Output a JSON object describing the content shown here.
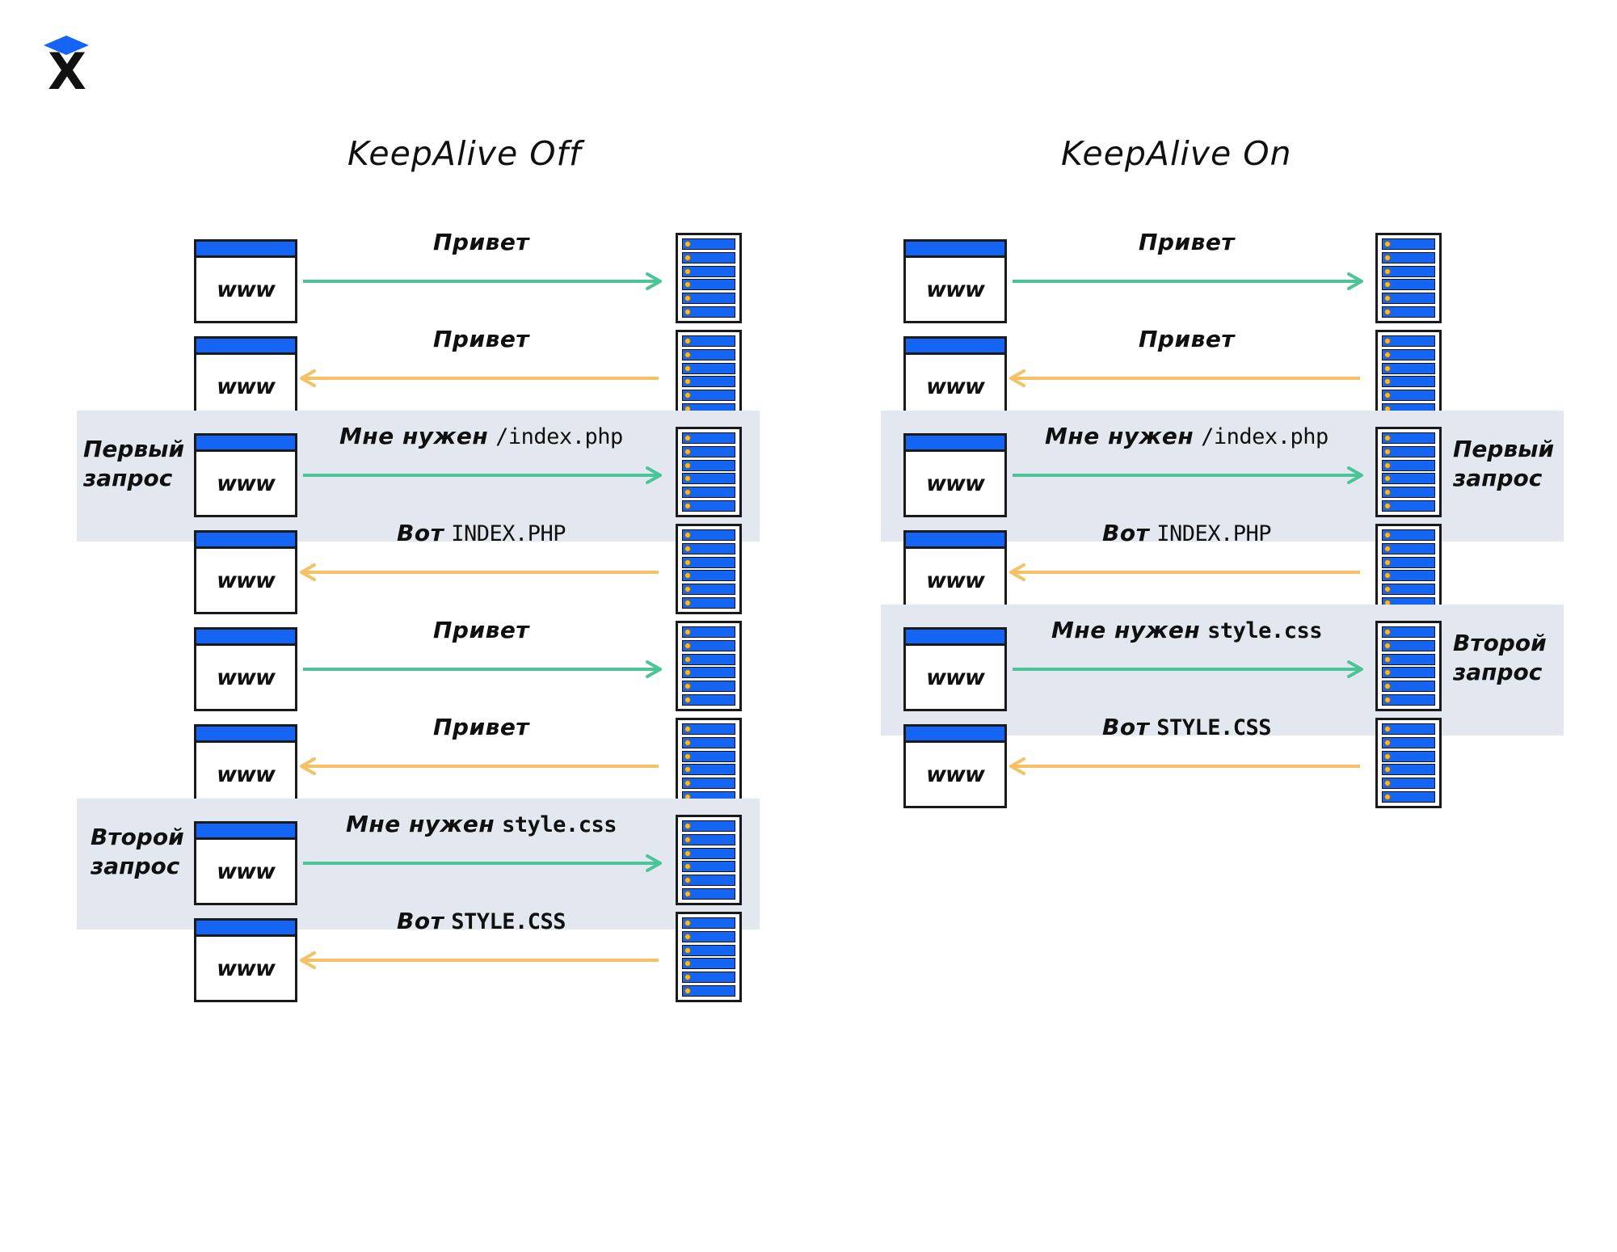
{
  "logo": {
    "letter": "X",
    "shape": "diamond",
    "accent_color": "#1565f5"
  },
  "colors": {
    "request_arrow": "#4cc596",
    "response_arrow": "#f7c163",
    "highlight_band": "#e3e8f0",
    "browser_titlebar": "#1565f5",
    "server_slot": "#1565f5",
    "server_led": "#f5b932",
    "outline": "#1a1a1a"
  },
  "columns": [
    {
      "id": "keepalive-off",
      "title": "KeepAlive Off",
      "rows": [
        {
          "direction": "request",
          "label_hw": "Привет",
          "label_mono": "",
          "highlight": false,
          "caption": "",
          "caption_side": ""
        },
        {
          "direction": "response",
          "label_hw": "Привет",
          "label_mono": "",
          "highlight": false,
          "caption": "",
          "caption_side": ""
        },
        {
          "direction": "request",
          "label_hw": "Мне нужен",
          "label_mono": "/index.php",
          "highlight": true,
          "caption": "Первый\nзапрос",
          "caption_side": "left"
        },
        {
          "direction": "response",
          "label_hw": "Вот",
          "label_mono": "INDEX.PHP",
          "highlight": false,
          "caption": "",
          "caption_side": ""
        },
        {
          "direction": "request",
          "label_hw": "Привет",
          "label_mono": "",
          "highlight": false,
          "caption": "",
          "caption_side": ""
        },
        {
          "direction": "response",
          "label_hw": "Привет",
          "label_mono": "",
          "highlight": false,
          "caption": "",
          "caption_side": ""
        },
        {
          "direction": "request",
          "label_hw": "Мне нужен",
          "label_mono": "style.css",
          "highlight": true,
          "caption": "Второй\nзапрос",
          "caption_side": "left"
        },
        {
          "direction": "response",
          "label_hw": "Вот",
          "label_mono": "STYLE.CSS",
          "highlight": false,
          "caption": "",
          "caption_side": ""
        }
      ]
    },
    {
      "id": "keepalive-on",
      "title": "KeepAlive On",
      "rows": [
        {
          "direction": "request",
          "label_hw": "Привет",
          "label_mono": "",
          "highlight": false,
          "caption": "",
          "caption_side": ""
        },
        {
          "direction": "response",
          "label_hw": "Привет",
          "label_mono": "",
          "highlight": false,
          "caption": "",
          "caption_side": ""
        },
        {
          "direction": "request",
          "label_hw": "Мне нужен",
          "label_mono": "/index.php",
          "highlight": true,
          "caption": "Первый\nзапрос",
          "caption_side": "right"
        },
        {
          "direction": "response",
          "label_hw": "Вот",
          "label_mono": "INDEX.PHP",
          "highlight": false,
          "caption": "",
          "caption_side": ""
        },
        {
          "direction": "request",
          "label_hw": "Мне нужен",
          "label_mono": "style.css",
          "highlight": true,
          "caption": "Второй\nзапрос",
          "caption_side": "right"
        },
        {
          "direction": "response",
          "label_hw": "Вот",
          "label_mono": "STYLE.CSS",
          "highlight": false,
          "caption": "",
          "caption_side": ""
        }
      ]
    }
  ],
  "browser": {
    "label": "www",
    "slots": 6
  },
  "server": {
    "slots": 6
  }
}
